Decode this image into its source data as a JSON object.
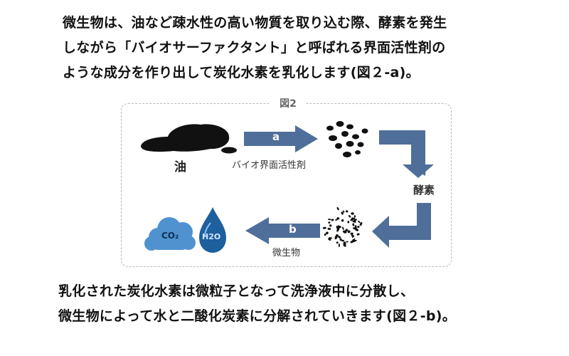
{
  "intro": {
    "lines": [
      "微生物は、油など疎水性の高い物質を取り込む際、酵素を発生",
      "しながら「バイオサーファクタント」と呼ばれる界面活性剤の",
      "ような成分を作り出して炭化水素を乳化します(図２-a)。"
    ]
  },
  "figure": {
    "title": "図2",
    "oil_label": "油",
    "arrow_a_label": "a",
    "biosurfactant_label": "バイオ界面活性剤",
    "enzyme_label": "酵素",
    "arrow_b_label": "b",
    "microbe_label": "微生物",
    "co2_label": "CO₂",
    "h2o_label": "H2O",
    "colors": {
      "arrow": "#4f6f9a",
      "cloud": "#4f92cf",
      "drop": "#1e5f9e",
      "blob": "#111111"
    }
  },
  "outro": {
    "lines": [
      "乳化された炭化水素は微粒子となって洗浄液中に分散し、",
      "微生物によって水と二酸化炭素に分解されていきます(図２-b)。"
    ]
  }
}
